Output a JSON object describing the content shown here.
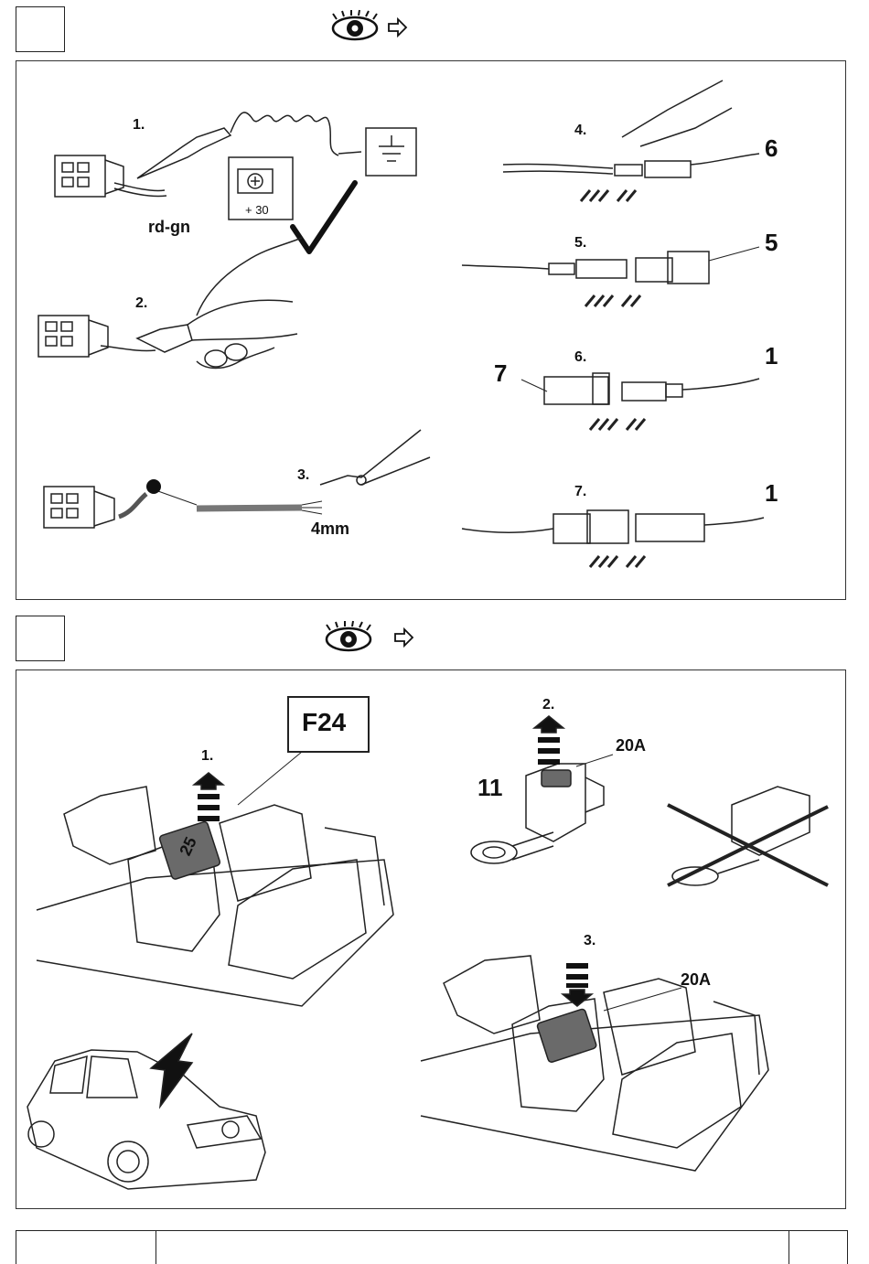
{
  "header": {
    "view_icon": "eye-icon",
    "arrow_icon": "outline-arrow-right-icon"
  },
  "panel1": {
    "steps": {
      "s1": "1.",
      "s2": "2.",
      "s3": "3.",
      "s4": "4.",
      "s5": "5.",
      "s6": "6.",
      "s7": "7."
    },
    "wire_color": "rd-gn",
    "battery_label": "+ 30",
    "strip_length": "4mm",
    "callouts": {
      "c6": "6",
      "c5": "5",
      "c7": "7",
      "c1a": "1",
      "c1b": "1"
    }
  },
  "panel2": {
    "fuse_ref": "F24",
    "fuse_value": "25",
    "steps": {
      "s1": "1.",
      "s2": "2.",
      "s3": "3."
    },
    "fuse_rating_a": "20A",
    "fuse_rating_b": "20A",
    "part_number": "11"
  },
  "colors": {
    "line": "#222222",
    "fuse_fill": "#6a6a6a",
    "wire_red_green": "#7a7a7a"
  }
}
